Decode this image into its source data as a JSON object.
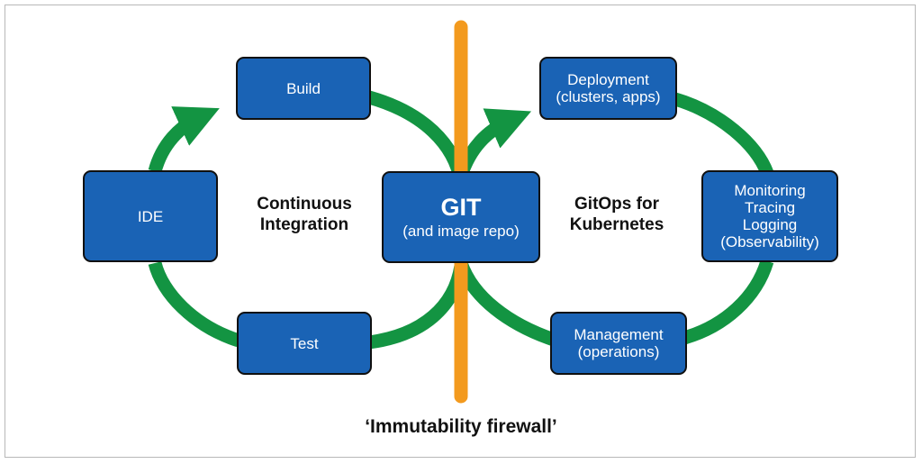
{
  "colors": {
    "box_fill": "#1a63b5",
    "cycle_arrow": "#139442",
    "firewall_line": "#f39a1e",
    "text_dark": "#111111",
    "box_text": "#ffffff"
  },
  "nodes": {
    "build": {
      "lines": [
        "Build"
      ]
    },
    "ide": {
      "lines": [
        "IDE"
      ]
    },
    "test": {
      "lines": [
        "Test"
      ]
    },
    "git": {
      "title": "GIT",
      "subtitle": "(and image repo)"
    },
    "deployment": {
      "lines": [
        "Deployment",
        "(clusters, apps)"
      ]
    },
    "monitoring": {
      "lines": [
        "Monitoring",
        "Tracing",
        "Logging",
        "(Observability)"
      ]
    },
    "management": {
      "lines": [
        "Management",
        "(operations)"
      ]
    }
  },
  "loop_labels": {
    "ci": [
      "Continuous",
      "Integration"
    ],
    "gitops": [
      "GitOps for",
      "Kubernetes"
    ]
  },
  "caption": "‘Immutability firewall’"
}
